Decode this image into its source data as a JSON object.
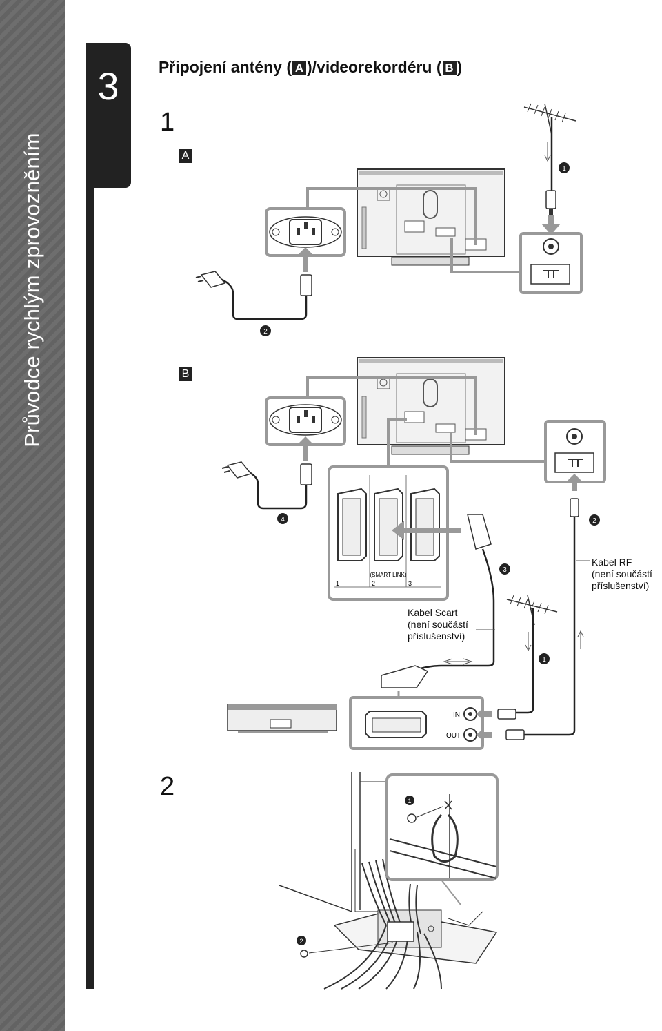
{
  "sidebar": {
    "text": "Průvodce rychlým zprovozněním"
  },
  "step": {
    "number": "3"
  },
  "title": {
    "part1": "Připojení antény (",
    "marker_a": "A",
    "part2": ")/videorekordéru (",
    "marker_b": "B",
    "part3": ")"
  },
  "sections": {
    "one": "1",
    "two": "2",
    "a": "A",
    "b": "B"
  },
  "callouts": {
    "c1": "1",
    "c2": "2",
    "c3": "3",
    "c4": "4"
  },
  "scart_panel": {
    "smart_link": "(SMART LINK)",
    "n1": "1",
    "n2": "2",
    "n3": "3"
  },
  "scart_cable": {
    "line1": "Kabel Scart",
    "line2": "(není součástí",
    "line3": "příslušenství)"
  },
  "rf_cable": {
    "line1": "Kabel RF",
    "line2": "(není součástí",
    "line3": "příslušenství)"
  },
  "vcr_ports": {
    "in": "IN",
    "out": "OUT"
  }
}
